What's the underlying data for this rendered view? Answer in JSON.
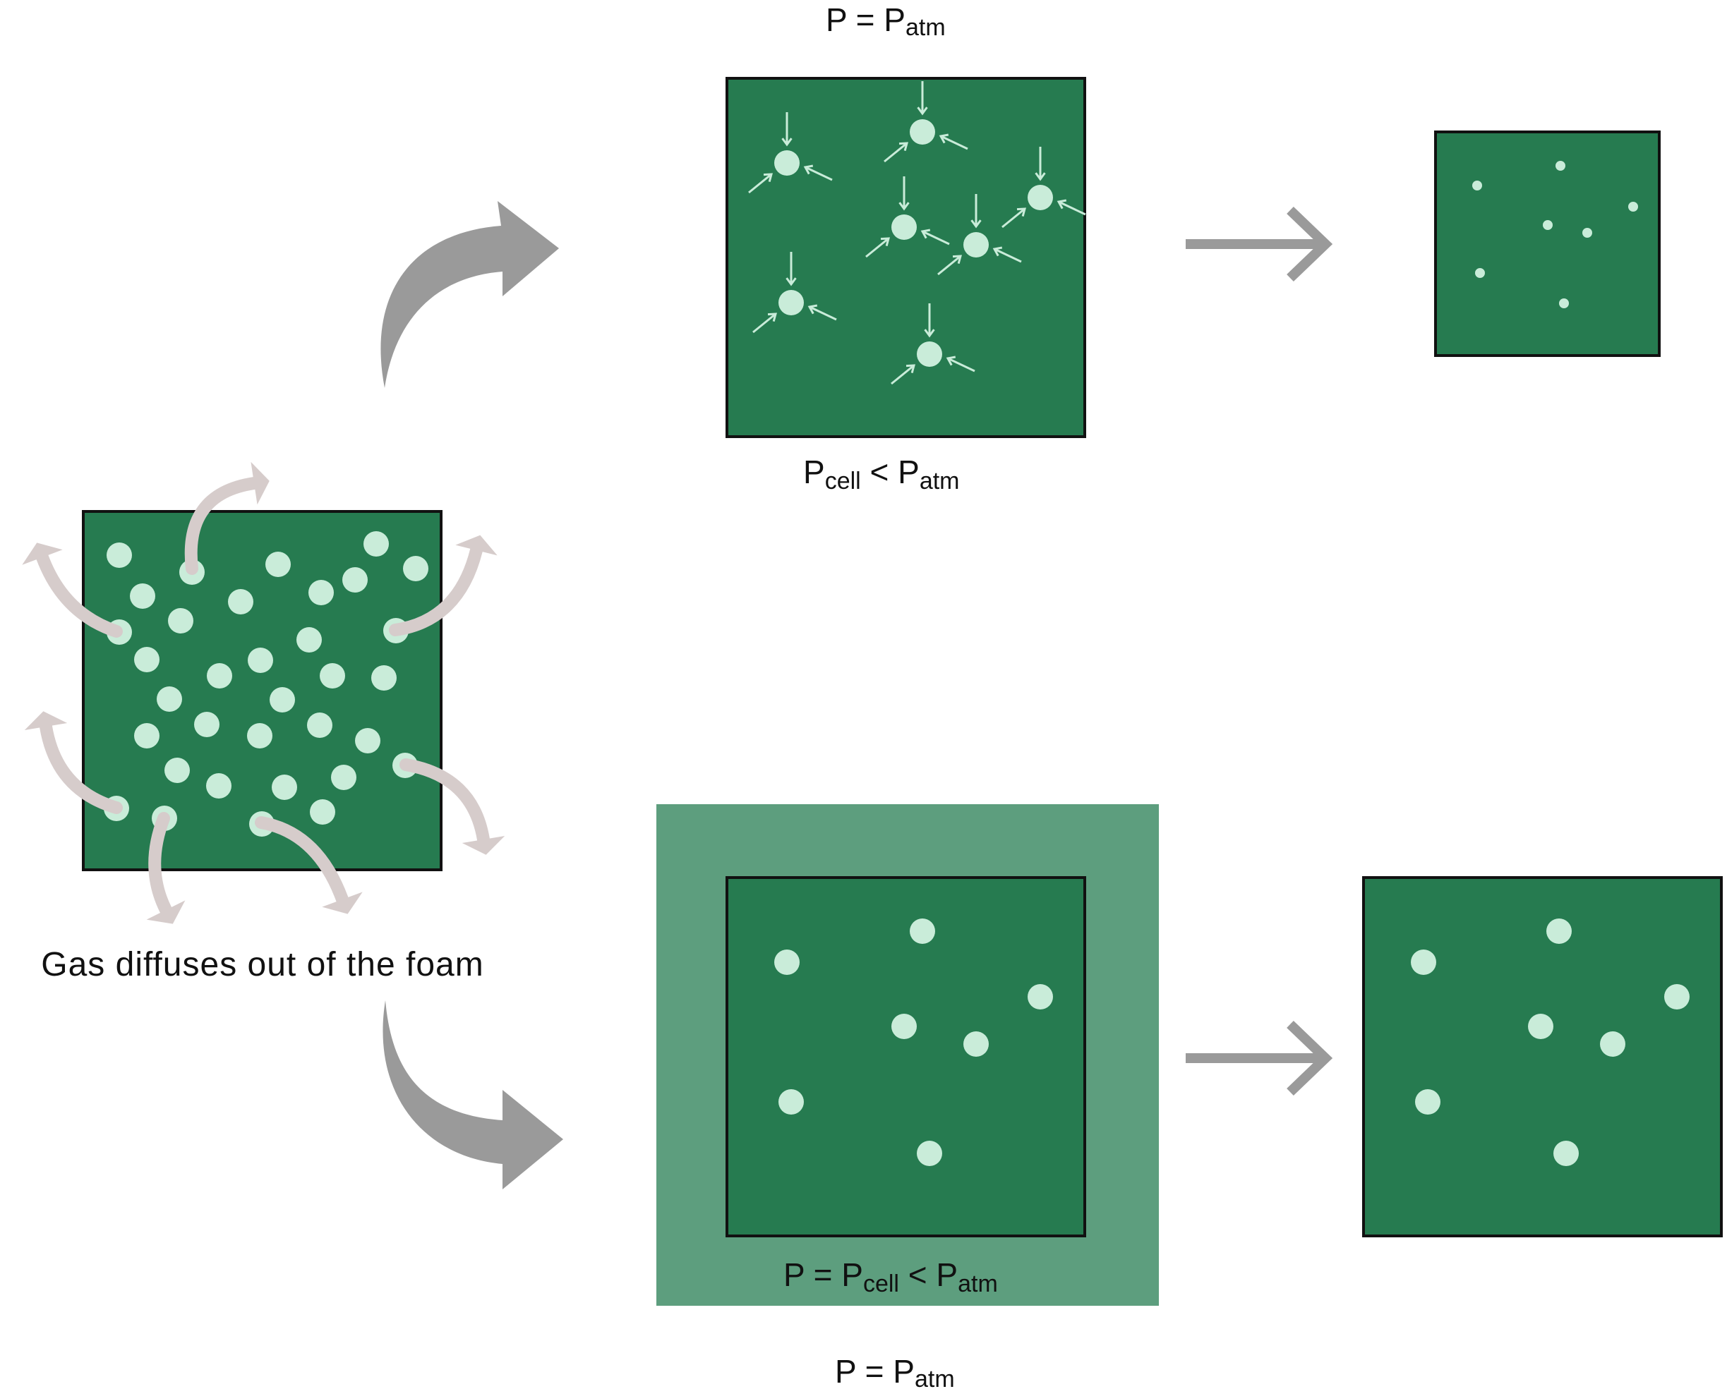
{
  "labels": {
    "top_pressure": {
      "main": "P = P",
      "sub": "atm"
    },
    "top_cell_relation": {
      "p1": "P",
      "s1": "cell",
      "op": " < P",
      "s2": "atm"
    },
    "caption": "Gas diffuses out of the foam",
    "bottom_inner_relation": {
      "p1": "P = P",
      "s1": "cell",
      "op": " < P",
      "s2": "atm"
    },
    "bottom_pressure": {
      "main": "P = P",
      "sub": "atm"
    }
  },
  "colors": {
    "foam_dark": "#267b50",
    "foam_light": "#5d9e7e",
    "bubble": "#c9ecd9",
    "arrow_gray": "#9a9a9a",
    "diffusion_arrow": "#d6cccb",
    "outline": "#111111"
  },
  "icons": {
    "curved_arrow_up": "curved-arrow-up-icon",
    "curved_arrow_down": "curved-arrow-down-icon",
    "straight_arrow": "right-arrow-icon",
    "diffusion_arrow": "diffusion-arrow-icon"
  }
}
